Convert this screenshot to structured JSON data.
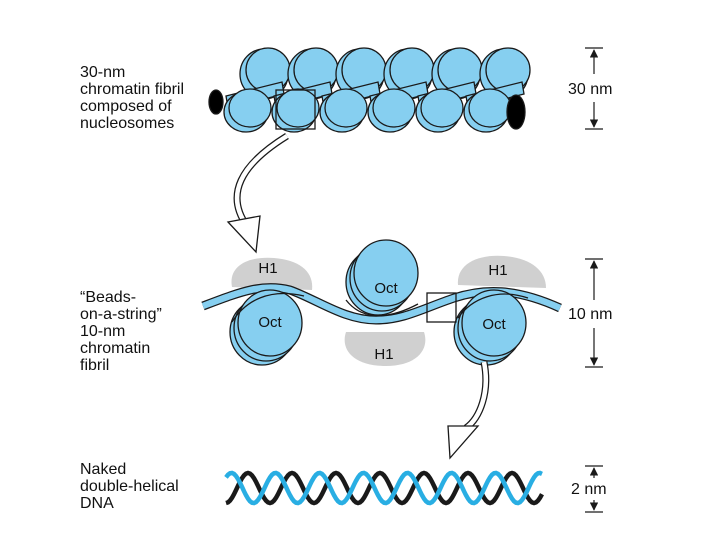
{
  "labels": {
    "fibril_30nm": "30-nm\nchromatin fibril\ncomposed of\nnucleosomes",
    "beads_string": "“Beads-\non-a-string”\n10-nm\nchromatin\nfibril",
    "naked_dna": "Naked\ndouble-helical\nDNA"
  },
  "scales": {
    "top": "30 nm",
    "middle": "10 nm",
    "bottom": "2 nm"
  },
  "nucleosome": {
    "octamer": "Oct",
    "histone": "H1"
  },
  "colors": {
    "nucleosome_fill": "#86cff0",
    "outline": "#1a1a1a",
    "histone_h1": "#d0d0d0",
    "dna_strand_a": "#1a1a1a",
    "dna_strand_b": "#29aee3"
  }
}
